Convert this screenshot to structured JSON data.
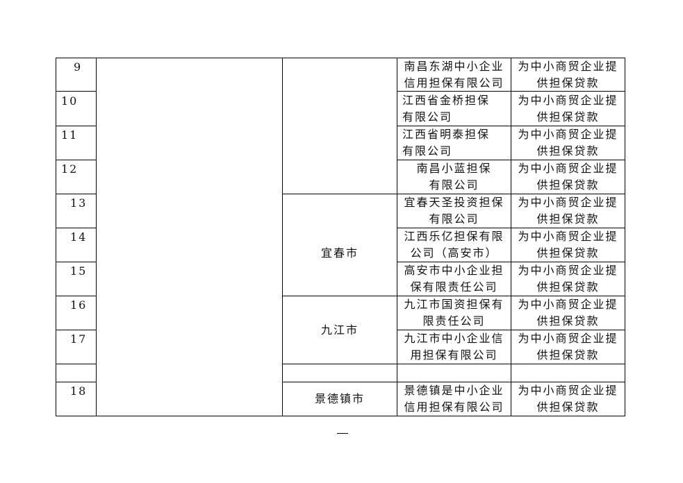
{
  "rows": [
    {
      "no": "9",
      "company": [
        "南昌东湖中小企业",
        "信用担保有限公司"
      ],
      "purpose": [
        "为中小商贸企业提",
        "供担保贷款"
      ]
    },
    {
      "no": "10",
      "company": [
        "江西省金桥担保",
        "有限公司"
      ],
      "purpose": [
        "为中小商贸企业提",
        "供担保贷款"
      ]
    },
    {
      "no": "11",
      "company": [
        "江西省明泰担保",
        "有限公司"
      ],
      "purpose": [
        "为中小商贸企业提",
        "供担保贷款"
      ]
    },
    {
      "no": "12",
      "company": [
        "南昌小蓝担保",
        "有限公司"
      ],
      "purpose": [
        "为中小商贸企业提",
        "供担保贷款"
      ]
    },
    {
      "no": "13",
      "company": [
        "宜春天圣投资担保",
        "有限公司"
      ],
      "purpose": [
        "为中小商贸企业提",
        "供担保贷款"
      ]
    },
    {
      "no": "14",
      "company": [
        "江西乐亿担保有限",
        "公司（高安市）"
      ],
      "purpose": [
        "为中小商贸企业提",
        "供担保贷款"
      ]
    },
    {
      "no": "15",
      "company": [
        "高安市中小企业担",
        "保有限责任公司"
      ],
      "purpose": [
        "为中小商贸企业提",
        "供担保贷款"
      ]
    },
    {
      "no": "16",
      "company": [
        "九江市国资担保有",
        "限责任公司"
      ],
      "purpose": [
        "为中小商贸企业提",
        "供担保贷款"
      ]
    },
    {
      "no": "17",
      "company": [
        "九江市中小企业信",
        "用担保有限公司"
      ],
      "purpose": [
        "为中小商贸企业提",
        "供担保贷款"
      ]
    },
    {
      "no": "18",
      "company": [
        "景德镇是中小企业",
        "信用担保有限公司"
      ],
      "purpose": [
        "为中小商贸企业提",
        "供担保贷款"
      ]
    }
  ],
  "cities": {
    "yichun": "宜春市",
    "jiujiang": "九江市",
    "jingdezhen": "景德镇市"
  },
  "footer": "—"
}
